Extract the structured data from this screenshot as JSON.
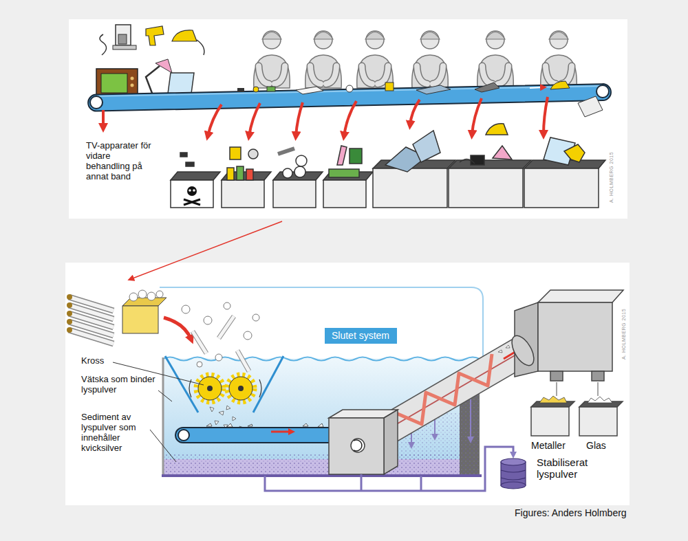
{
  "diagram": {
    "caption": "Figures: Anders Holmberg",
    "nodes": [
      {
        "text": [
          "Slutet system"
        ]
      }
    ],
    "labels": [
      "TV-apparater för vidare behandling på annat band",
      "Kross",
      "Vätska som binder lyspulver",
      "Sediment av lyspulver som innehåller kvicksilver",
      "Metaller",
      "Glas",
      "Stabiliserat lyspulver",
      "A. HOLMBERG 2015",
      "A. HOLMBERG 2015"
    ]
  }
}
